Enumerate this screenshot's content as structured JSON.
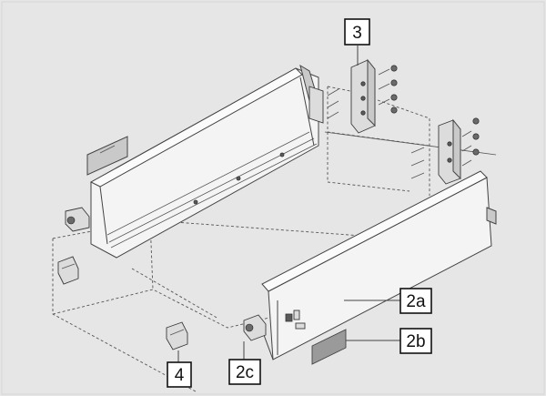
{
  "callouts": {
    "label_3": "3",
    "label_2a": "2a",
    "label_2b": "2b",
    "label_2c": "2c",
    "label_4": "4"
  },
  "colors": {
    "background": "#e6e6e6",
    "line": "#444444",
    "panel": "#f4f4f4",
    "label_plate": "#9a9a9a"
  }
}
